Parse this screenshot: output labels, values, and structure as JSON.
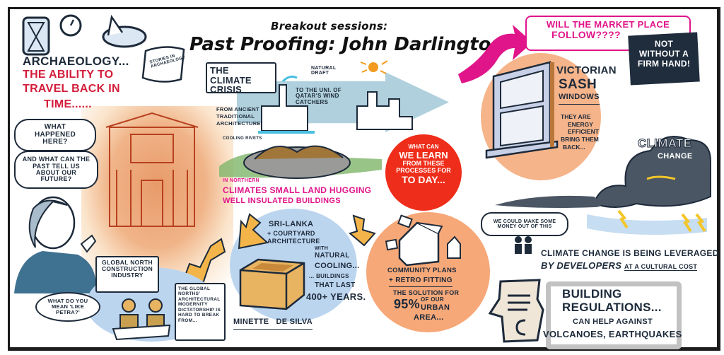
{
  "header": {
    "subtitle": "Breakout sessions:",
    "title": "Past Proofing: John Darlington"
  },
  "archaeology": {
    "heading": "ARCHAEOLOGY...",
    "line1": "THE ABILITY TO",
    "line2": "TRAVEL BACK IN",
    "line3": "TIME......",
    "scroll_label": "STORIES IN ARCHAEOLOGY",
    "bubble1": "WHAT HAPPENED HERE?",
    "bubble2": "AND WHAT CAN THE PAST TELL US ABOUT OUR FUTURE?"
  },
  "climate_crisis": {
    "title": "THE CLIMATE CRISIS",
    "from": "FROM ANCIENT TRADITIONAL ARCHITECTURE",
    "natural_draft": "NATURAL DRAFT",
    "to": "TO THE UNI. OF QATAR'S WIND CATCHERS",
    "cooling": "COOLING RIVETS",
    "northern1": "IN NORTHERN",
    "northern2": "CLIMATES SMALL LAND HUGGING",
    "northern3": "WELL INSULATED BUILDINGS"
  },
  "learn_circle": {
    "line1": "WHAT CAN",
    "line2": "WE LEARN",
    "line3": "FROM THESE",
    "line4": "PROCESSES FOR",
    "line5": "TO DAY..."
  },
  "sri_lanka": {
    "line1": "SRI-LANKA",
    "line2": "+ COURTYARD",
    "line3": "ARCHITECTURE",
    "line4": "WITH",
    "line5": "NATURAL",
    "line6": "COOLING...",
    "line7": "... BUILDINGS",
    "line8": "THAT LAST",
    "line9": "400+ YEARS.",
    "credit": "MINETTE   DE SILVA"
  },
  "community": {
    "line1": "COMMUNITY PLANS",
    "line2": "+ RETRO FITTING",
    "line3": "THE SOLUTION FOR",
    "line4": "95%",
    "line5": "OF OUR",
    "line6": "URBAN",
    "line7": "AREA..."
  },
  "global_north": {
    "title": "GLOBAL NORTH CONSTRUCTION INDUSTRY",
    "bubble": "WHAT DO YOU MEAN 'LIKE PETRA?'",
    "note": "THE GLOBAL NORTHS' ARCHITECTURAL MODERNITY DICTATORSHIP IS HARD TO BREAK FROM..."
  },
  "market": {
    "question": "WILL THE MARKET PLACE",
    "question2": "FOLLOW????",
    "answer": "NOT WITHOUT A FIRM HAND!"
  },
  "sash": {
    "title1": "VICTORIAN",
    "title2": "SASH",
    "title3": "WINDOWS",
    "body1": "THEY ARE",
    "body2": "ENERGY",
    "body3": "EFFICIENT",
    "body4": "BRING THEM",
    "body5": "BACK..."
  },
  "climate_change": {
    "cloud_title1": "CLIMATE",
    "cloud_title2": "CHANGE",
    "bubble": "WE COULD MAKE SOME MONEY OUT OF THIS",
    "caption1": "CLIMATE CHANGE IS BEING LEVERAGED",
    "caption2": "BY DEVELOPERS",
    "caption3": "AT A CULTURAL COST"
  },
  "regulations": {
    "title1": "BUILDING",
    "title2": "REGULATIONS...",
    "body1": "CAN HELP AGAINST",
    "body2": "VOLCANOES, EARTHQUAKES"
  },
  "colors": {
    "ink": "#1d2a3a",
    "red": "#d41e3c",
    "pink": "#e0158a",
    "orange": "#f6a878",
    "blue": "#b9d4ee",
    "yellow": "#f3b54a",
    "cloud": "#4a5663"
  }
}
